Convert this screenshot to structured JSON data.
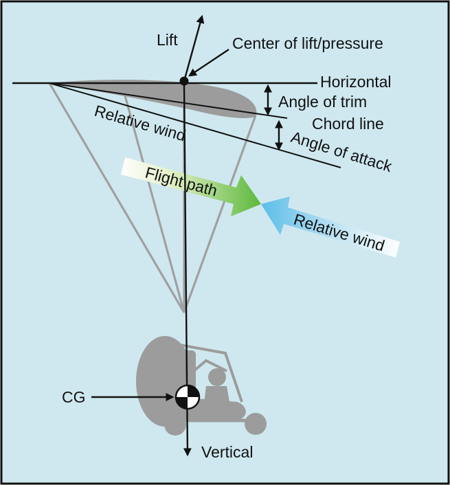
{
  "labels": {
    "lift": "Lift",
    "center_of_lift": "Center of lift/pressure",
    "horizontal": "Horizontal",
    "angle_of_trim": "Angle of trim",
    "chord_line": "Chord line",
    "relative_wind_top": "Relative wind",
    "angle_of_attack": "Angle of attack",
    "flight_path": "Flight path",
    "relative_wind_arrow": "Relative wind",
    "cg": "CG",
    "vertical": "Vertical"
  },
  "colors": {
    "background": "#cfe8ef",
    "canopy": "#9c9c9c",
    "flight_path_start": "#ffffff",
    "flight_path_end": "#5cb83c",
    "relative_wind_start": "#5bbde8",
    "relative_wind_end": "#ffffff"
  }
}
